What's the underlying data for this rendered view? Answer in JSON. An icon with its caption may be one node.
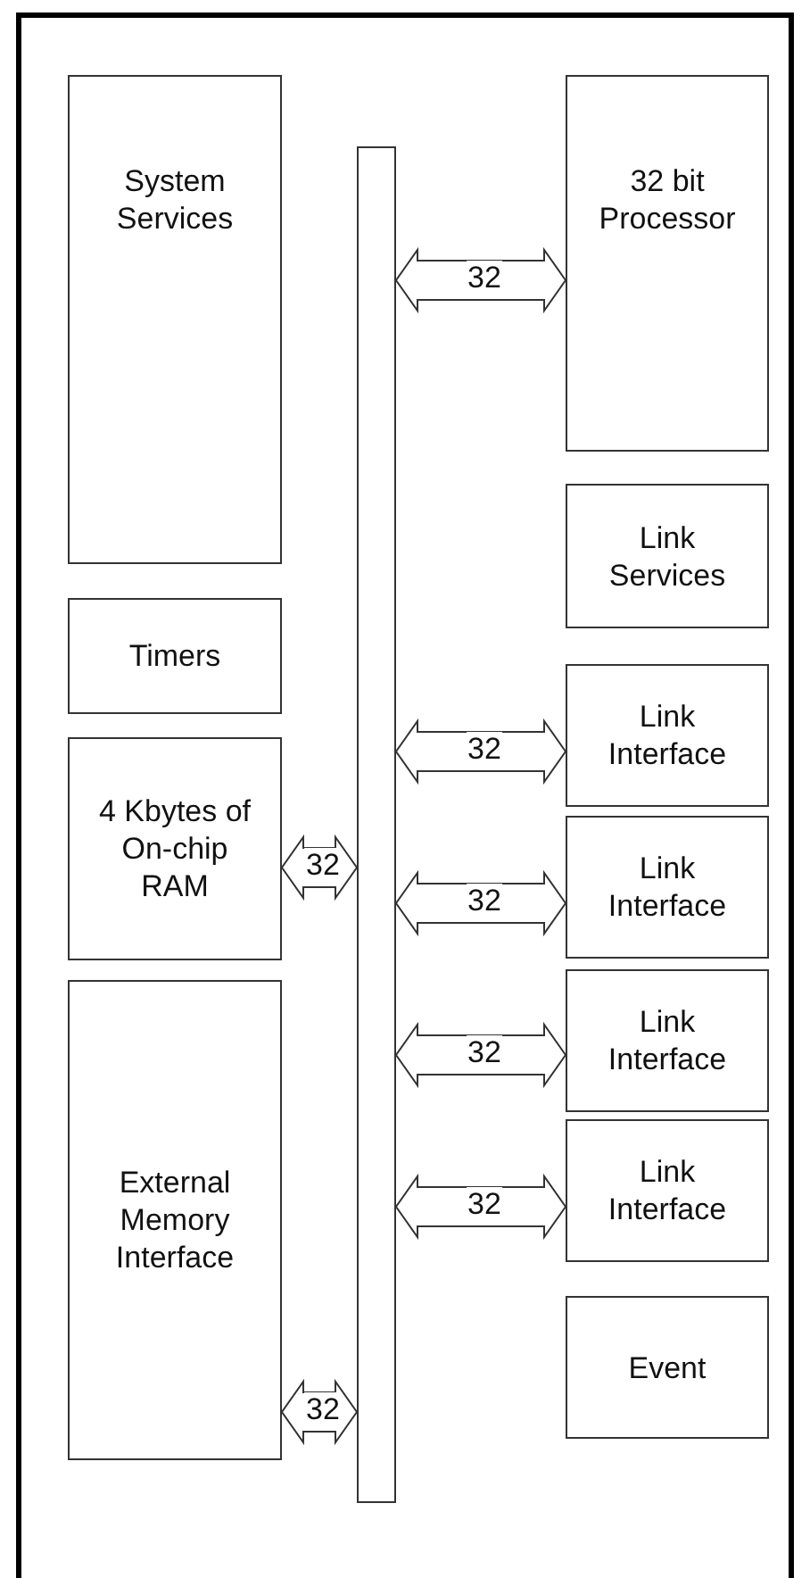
{
  "diagram": {
    "nodes": [
      {
        "text": [
          "System Services"
        ]
      },
      {
        "text": [
          "Timers"
        ]
      },
      {
        "text": [
          "4 Kbytes of On-chip RAM"
        ]
      },
      {
        "text": [
          "External Memory Interface"
        ]
      },
      {
        "text": [],
        "shape": "bar"
      },
      {
        "text": [
          "32 bit Processor"
        ]
      },
      {
        "text": [
          "Link Services"
        ]
      },
      {
        "text": [
          "Link Interface"
        ]
      },
      {
        "text": [
          "Link Interface"
        ]
      },
      {
        "text": [
          "Link Interface"
        ]
      },
      {
        "text": [
          "Link Interface"
        ]
      },
      {
        "text": [
          "Event"
        ]
      }
    ],
    "edges": [
      {
        "from": 4,
        "to": 5,
        "arrow": "both",
        "label": "32"
      },
      {
        "from": 2,
        "to": 4,
        "arrow": "both",
        "label": "32"
      },
      {
        "from": 4,
        "to": 7,
        "arrow": "both",
        "label": "32"
      },
      {
        "from": 4,
        "to": 8,
        "arrow": "both",
        "label": "32"
      },
      {
        "from": 4,
        "to": 9,
        "arrow": "both",
        "label": "32"
      },
      {
        "from": 4,
        "to": 10,
        "arrow": "both",
        "label": "32"
      },
      {
        "from": 3,
        "to": 4,
        "arrow": "both",
        "label": "32"
      }
    ]
  }
}
